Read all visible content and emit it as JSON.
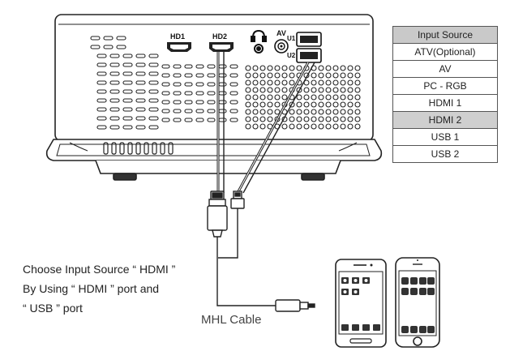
{
  "ports": {
    "hd1": "HD1",
    "hd2": "HD2",
    "av": "AV",
    "u1": "U1",
    "u2": "U2"
  },
  "input_table": {
    "header": "Input Source",
    "rows": [
      "ATV(Optional)",
      "AV",
      "PC - RGB",
      "HDMI 1",
      "HDMI 2",
      "USB 1",
      "USB 2"
    ],
    "highlighted": "HDMI 2"
  },
  "caption": {
    "lines": [
      "Choose Input Source “ HDMI ”",
      "By Using “ HDMI ” port and",
      "“ USB ” port"
    ]
  },
  "cable_label": "MHL Cable",
  "icons": [
    "projector-icon",
    "headphone-icon",
    "hdmi-plug-icon",
    "usb-plug-icon",
    "micro-usb-plug-icon",
    "android-phone-icon",
    "iphone-icon"
  ]
}
